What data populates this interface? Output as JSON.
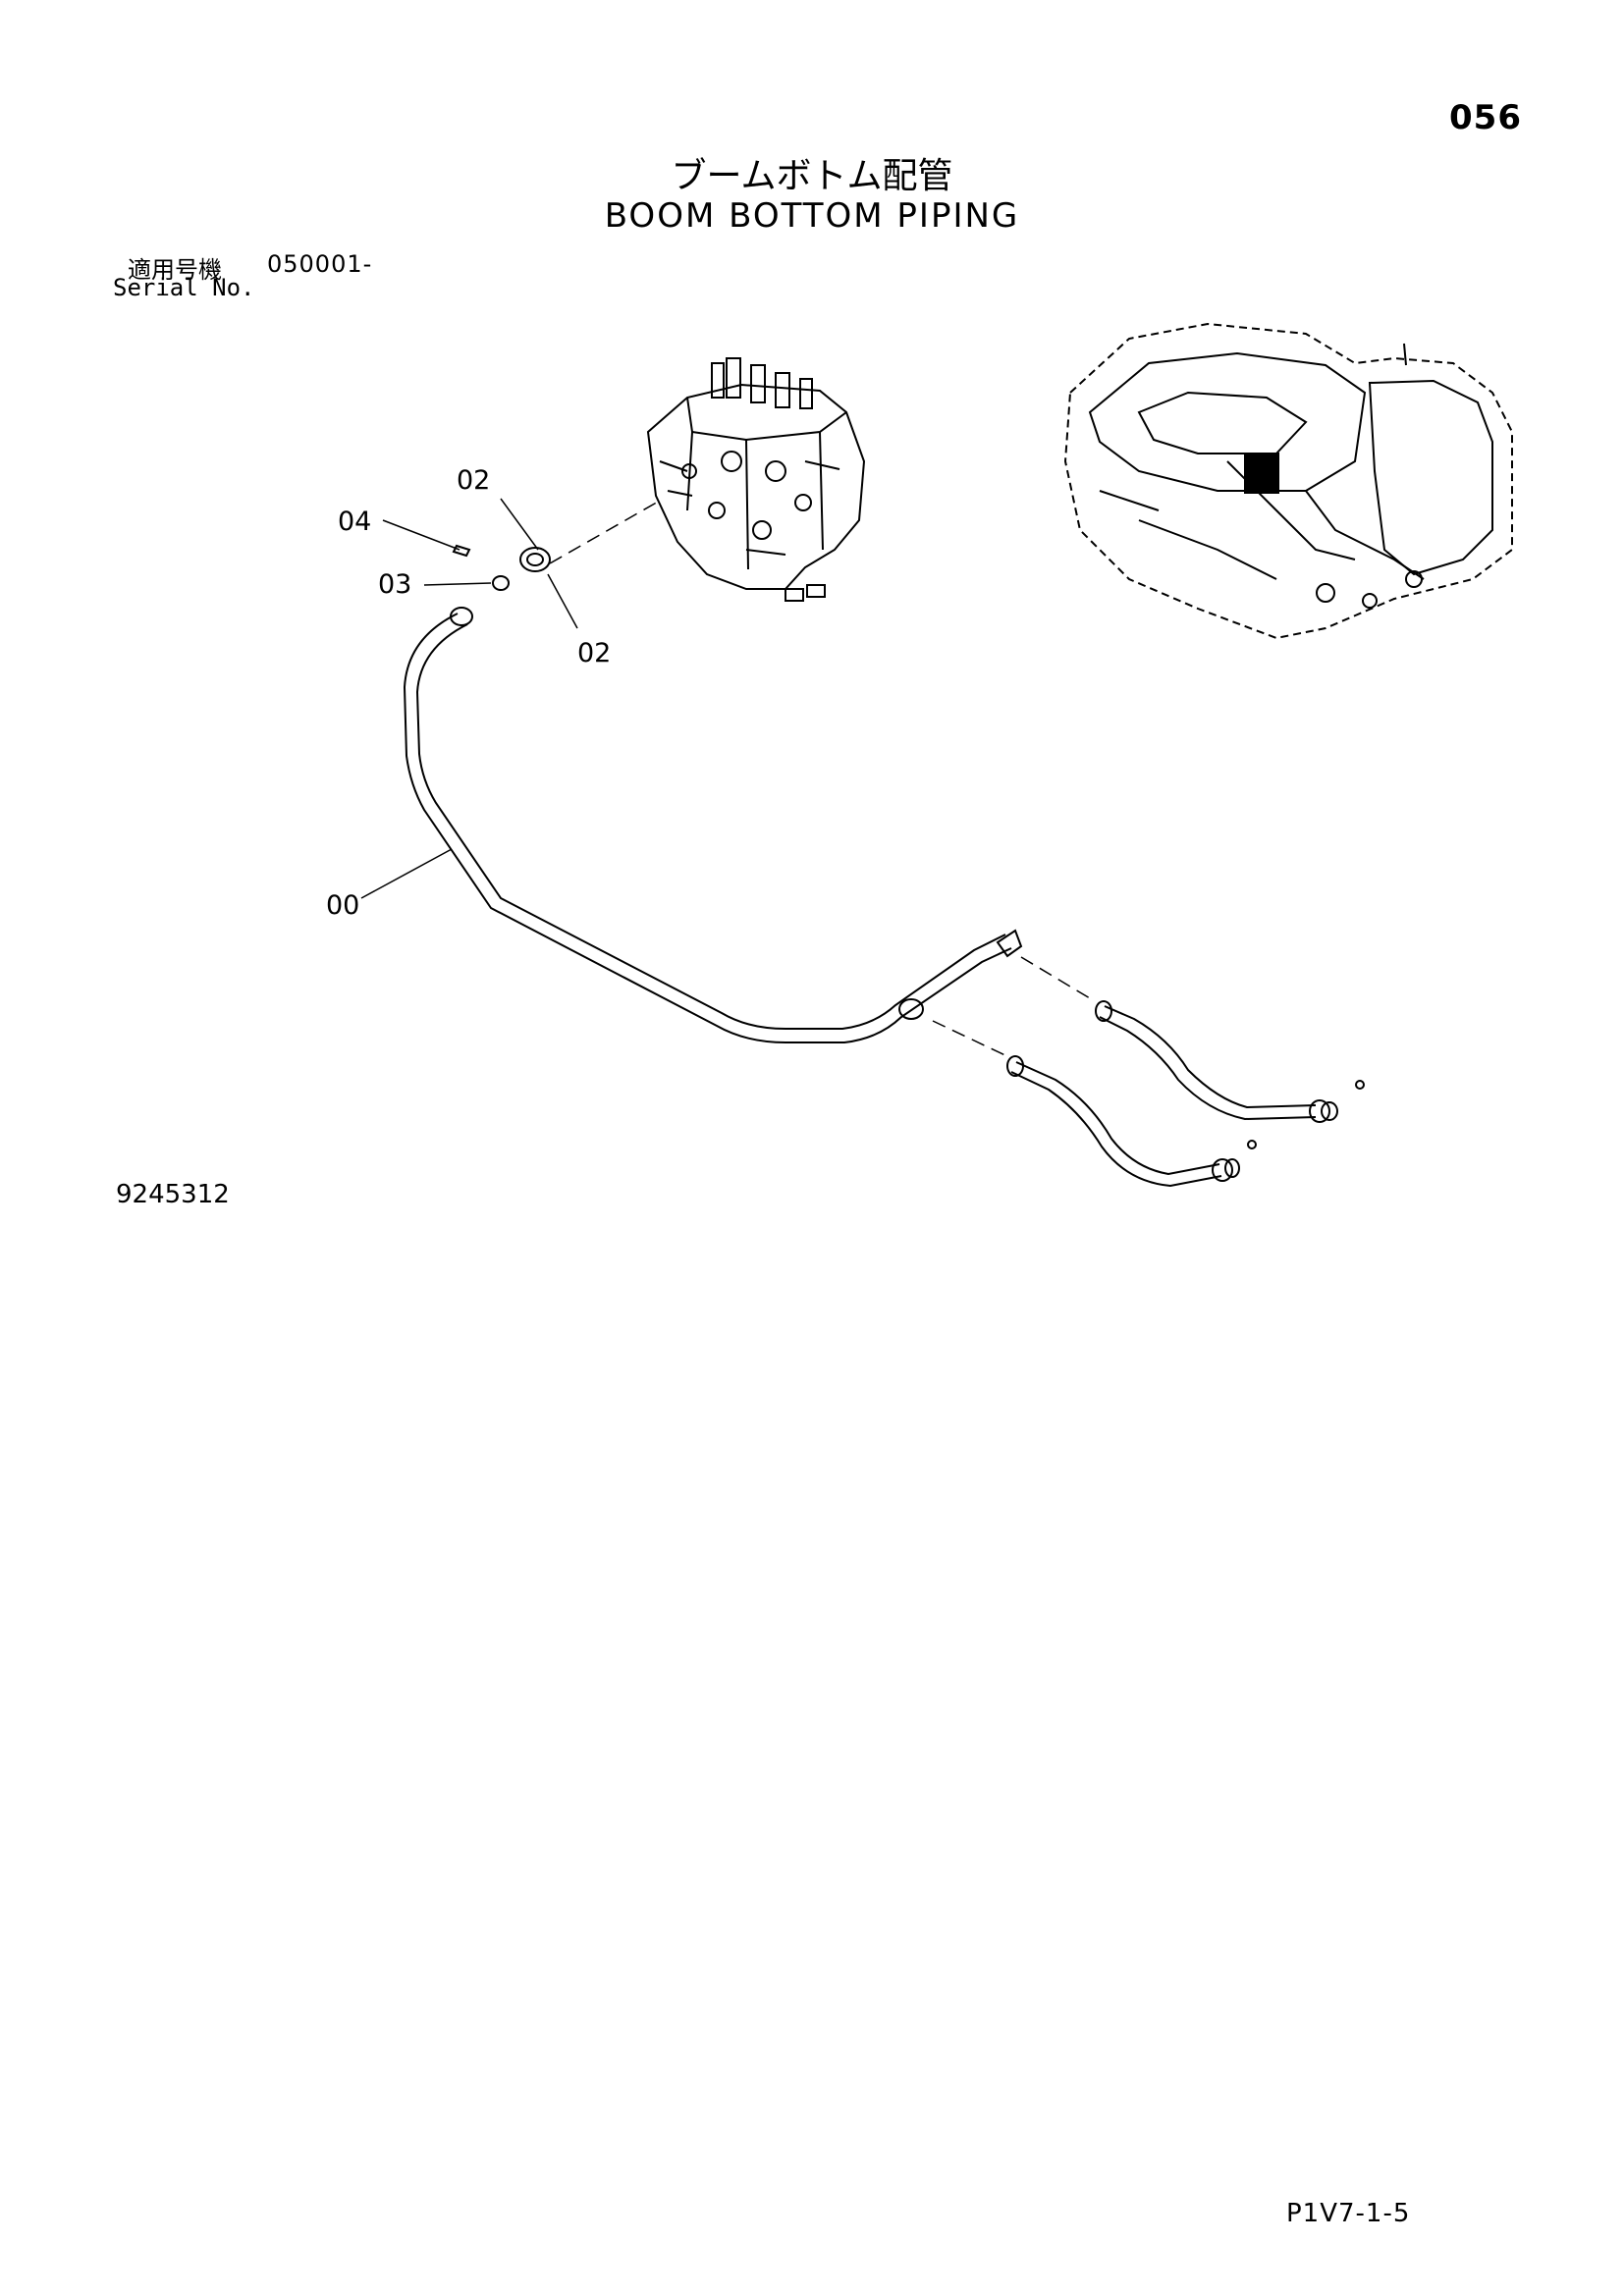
{
  "header": {
    "page_number": "056",
    "title_jp": "ブームボトム配管",
    "title_en": "BOOM BOTTOM PIPING"
  },
  "serial": {
    "label_jp": "適用号機",
    "range": "050001-",
    "label_en": "Serial No."
  },
  "callouts": {
    "c00": "00",
    "c02a": "02",
    "c02b": "02",
    "c03": "03",
    "c04": "04"
  },
  "footer": {
    "drawing_number": "9245312",
    "page_code": "P1V7-1-5"
  }
}
